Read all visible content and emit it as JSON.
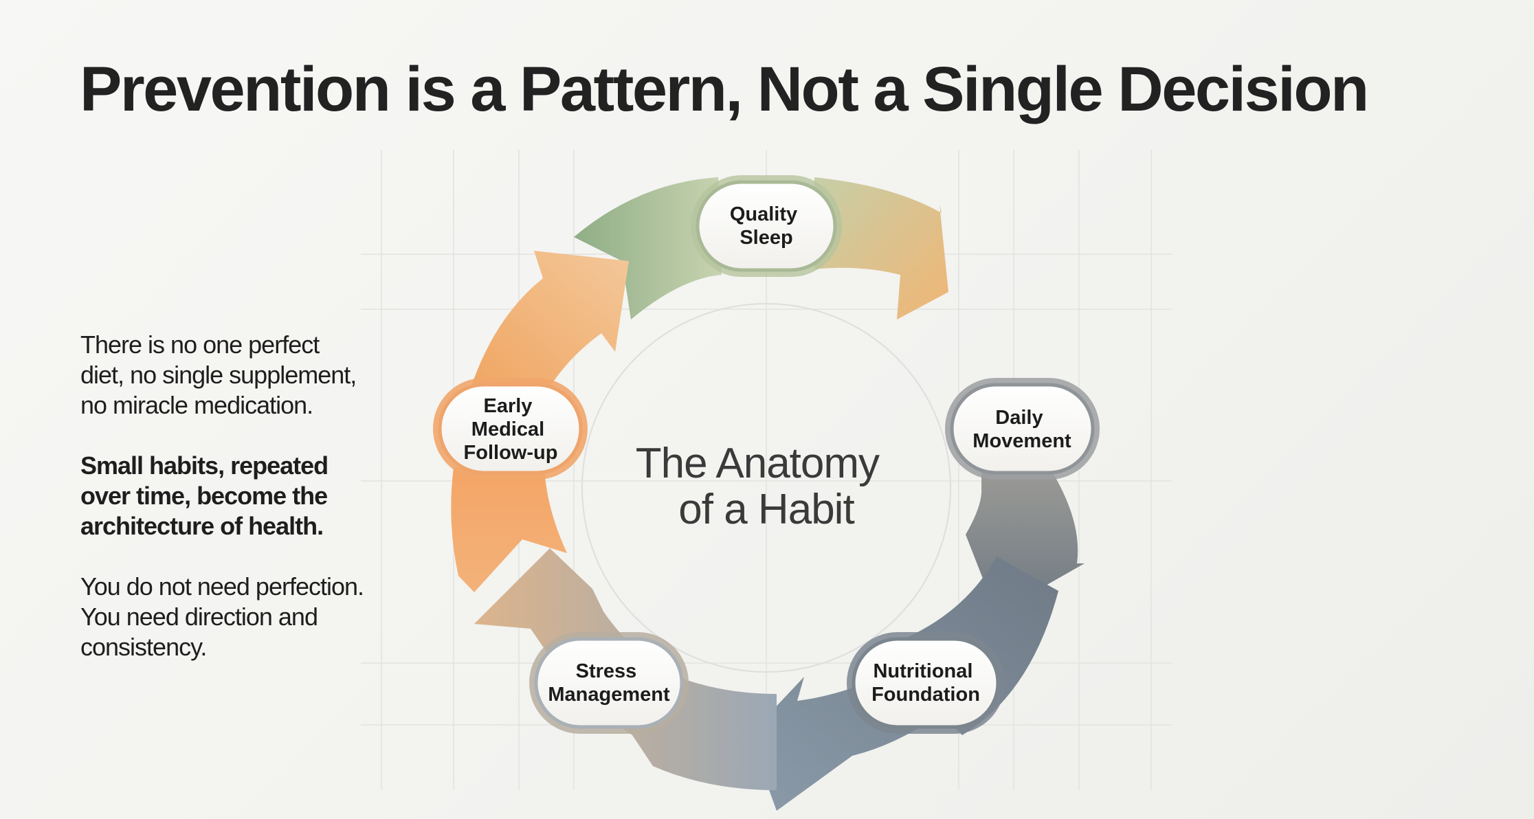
{
  "title": "Prevention is a Pattern, Not a Single Decision",
  "side_text": {
    "para1": [
      "There is no one perfect",
      "diet, no single supplement,",
      "no miracle medication."
    ],
    "para2": [
      "Small habits, repeated",
      "over time, become the",
      "architecture of health."
    ],
    "para3": [
      "You do not need perfection.",
      "You need direction and",
      "consistency."
    ]
  },
  "diagram": {
    "center": [
      "The Anatomy",
      "of a Habit"
    ],
    "nodes": [
      {
        "lines": [
          "Quality",
          "Sleep"
        ]
      },
      {
        "lines": [
          "Daily",
          "Movement"
        ]
      },
      {
        "lines": [
          "Nutritional",
          "Foundation"
        ]
      },
      {
        "lines": [
          "Stress",
          "Management"
        ]
      },
      {
        "lines": [
          "Early",
          "Medical",
          "Follow-up"
        ]
      }
    ],
    "colors": {
      "green": "#9fb692",
      "orange": "#efa25e",
      "slate": "#7f8a93",
      "blue_gray": "#8fa0ae"
    }
  }
}
